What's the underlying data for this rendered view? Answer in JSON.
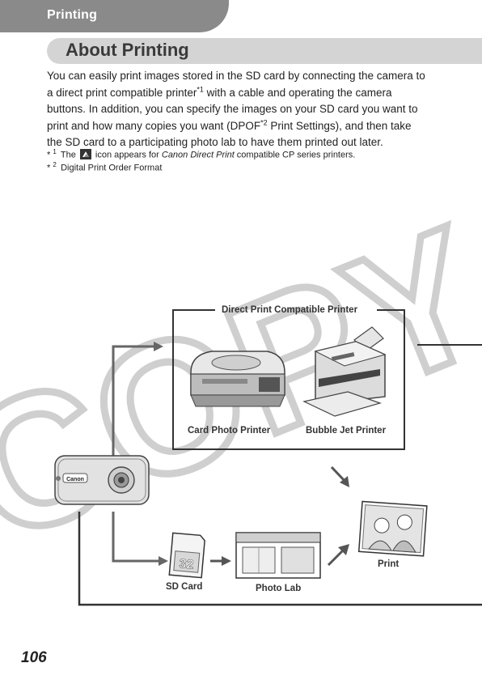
{
  "header": {
    "section_label": "Printing"
  },
  "heading": {
    "title": "About Printing"
  },
  "intro": {
    "part1": "You can easily print images stored in the SD card by connecting the camera to a direct print compatible printer",
    "sup1": "*1",
    "part2": " with a cable and operating the camera buttons. In addition, you can specify the images on your SD card you want to print and how many copies you want (DPOF",
    "sup2": "*2",
    "part3": " Print Settings), and then take the SD card to a participating photo lab to have them printed out later."
  },
  "footnotes": [
    {
      "mark": "*",
      "num": "1",
      "before": "The ",
      "after": " icon appears for ",
      "emph": "Canon Direct Print",
      "tail": " compatible CP series printers."
    },
    {
      "mark": "*",
      "num": "2",
      "text": "Digital Print Order Format"
    }
  ],
  "diagram": {
    "group_title": "Direct Print Compatible Printer",
    "card_photo_printer": "Card Photo Printer",
    "bubble_jet_printer": "Bubble Jet Printer",
    "sd_card": "SD Card",
    "photo_lab": "Photo Lab",
    "print": "Print",
    "camera_brand": "Canon",
    "sd_card_capacity": "32"
  },
  "watermark": {
    "text": "COPY"
  },
  "footer": {
    "page_number": "106"
  },
  "colors": {
    "header_tab": "#8a8a8a",
    "section_bar": "#d4d4d4",
    "watermark": "#cfcfcf"
  }
}
